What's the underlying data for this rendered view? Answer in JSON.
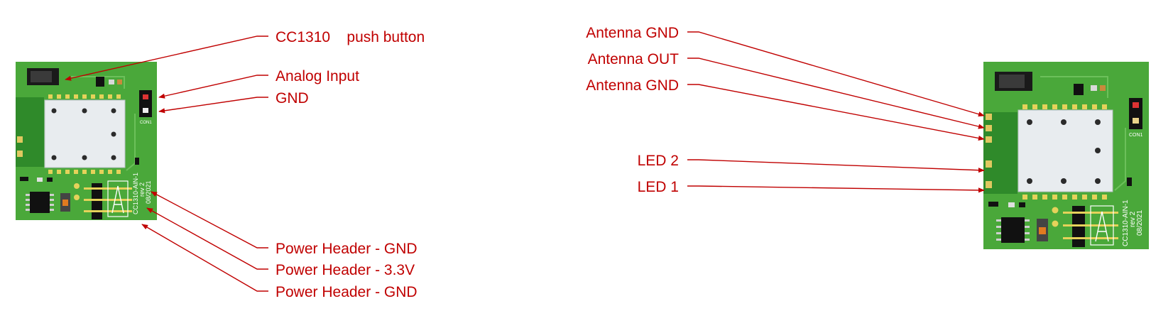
{
  "colors": {
    "callout": "#c00000",
    "pcb_green": "#4aa83a",
    "pcb_dark": "#2f8a2a",
    "shield": "#e8ecef",
    "component_black": "#111111",
    "trace": "#6cc05a"
  },
  "board_left": {
    "silkscreen": {
      "name": "CC1310-AIN-1",
      "rev": "rev 2",
      "date": "08/2021",
      "connector": "CON1"
    },
    "callouts": [
      {
        "label": "CC1310    push button"
      },
      {
        "label": "Analog Input"
      },
      {
        "label": "GND"
      },
      {
        "label": "Power Header - GND"
      },
      {
        "label": "Power Header - 3.3V"
      },
      {
        "label": "Power Header - GND"
      }
    ]
  },
  "board_right": {
    "silkscreen": {
      "name": "CC1310-AIN-1",
      "rev": "rev 2",
      "date": "08/2021",
      "connector": "CON1"
    },
    "callouts": [
      {
        "label": "Antenna GND"
      },
      {
        "label": "Antenna OUT"
      },
      {
        "label": "Antenna GND"
      },
      {
        "label": "LED 2"
      },
      {
        "label": "LED 1"
      }
    ]
  }
}
